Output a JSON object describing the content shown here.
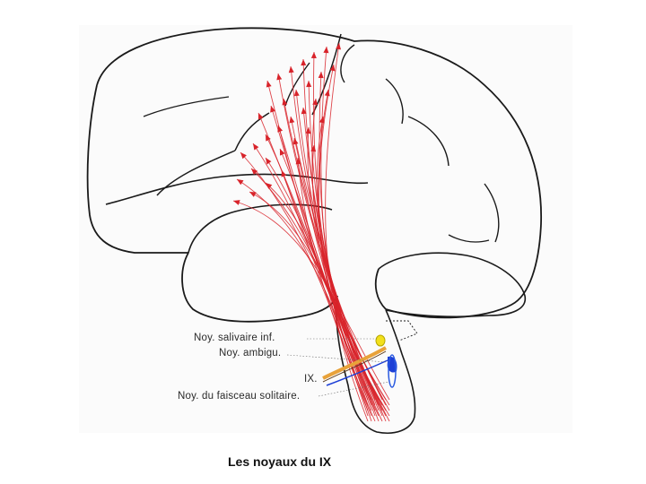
{
  "caption": "Les noyaux du IX",
  "labels": {
    "salivaire": "Noy. salivaire inf.",
    "ambigu": "Noy. ambigu.",
    "nerve": "IX.",
    "solitaire": "Noy. du faisceau solitaire."
  },
  "colors": {
    "outline": "#1a1a1a",
    "fibers": "#d8232a",
    "nucleus_salivaire": "#f2e01c",
    "nucleus_ambigu": "#1d3fd6",
    "nucleus_solitaire": "#2a5ae0",
    "nerve": "#e8a23a"
  }
}
